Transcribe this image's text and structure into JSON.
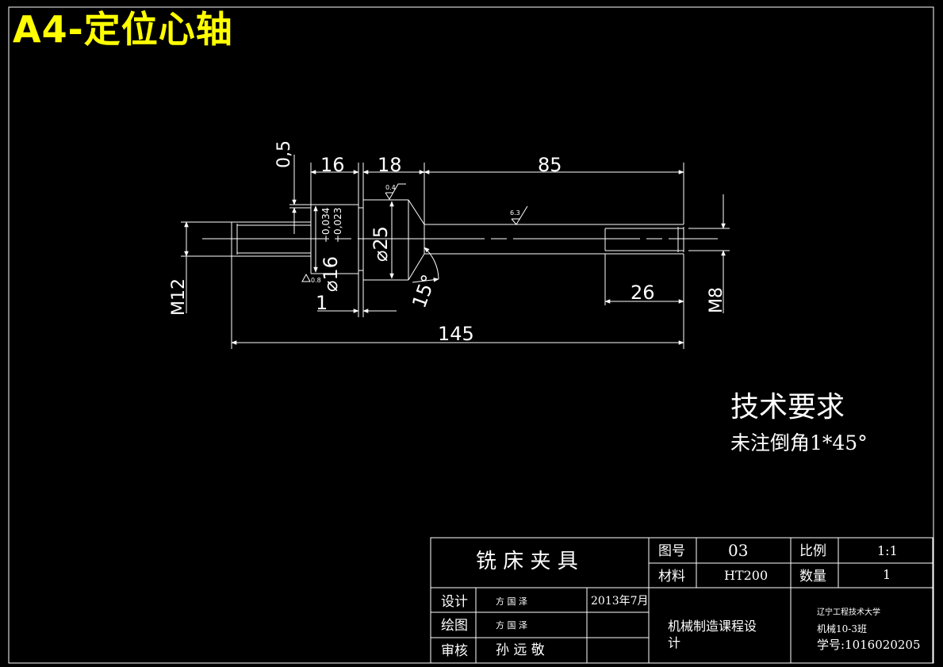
{
  "sheet_title": "A4-定位心轴",
  "dimensions": {
    "d_0_5": "0,5",
    "d_16": "16",
    "d_18": "18",
    "d_85": "85",
    "d_m12": "M12",
    "d_dia16": "⌀16",
    "tol_upper": "+0,034",
    "tol_lower": "+0,023",
    "d_dia25": "⌀25",
    "d_1": "1",
    "d_15deg": "15°",
    "d_26": "26",
    "d_m8": "M8",
    "d_145": "145"
  },
  "roughness": {
    "r_04": "0.4",
    "r_08": "0.8",
    "r_63": "6.3"
  },
  "technical_requirements": {
    "heading": "技术要求",
    "note": "未注倒角1*45°"
  },
  "title_block": {
    "product_name": "铣 床 夹 具",
    "drawing_no_label": "图号",
    "drawing_no": "03",
    "scale_label": "比例",
    "scale": "1:1",
    "material_label": "材料",
    "material": "HT200",
    "quantity_label": "数量",
    "quantity": "1",
    "design_label": "设计",
    "design_name": "方 国 泽",
    "design_date": "2013年7月",
    "draw_label": "绘图",
    "draw_name": "方 国 泽",
    "review_label": "审核",
    "review_name": "孙 远 敬",
    "course_line1": "机械制造课程设",
    "course_line2": "计",
    "school": "辽宁工程技术大学",
    "class": "机械10-3班",
    "student_id": "学号:1016020205"
  },
  "colors": {
    "background": "#000000",
    "lines": "#ffffff",
    "title": "#ffff00"
  }
}
